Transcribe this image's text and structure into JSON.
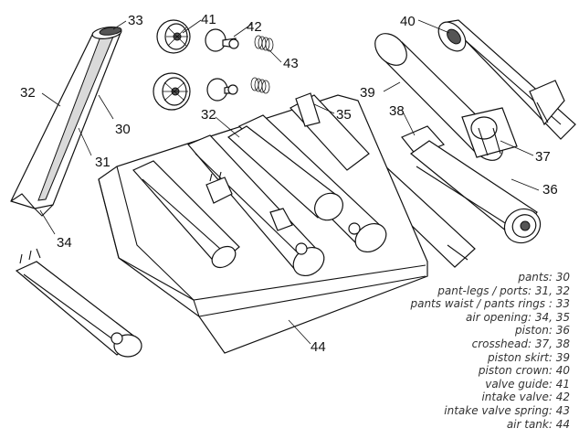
{
  "callouts": {
    "c30": "30",
    "c31": "31",
    "c32a": "32",
    "c32b": "32",
    "c33": "33",
    "c34": "34",
    "c35": "35",
    "c36": "36",
    "c37": "37",
    "c38": "38",
    "c39": "39",
    "c40": "40",
    "c41": "41",
    "c42": "42",
    "c43": "43",
    "c44": "44"
  },
  "legend": [
    "pants: 30",
    "pant-legs / ports: 31, 32",
    "pants waist / pants rings : 33",
    "air opening: 34, 35",
    "piston: 36",
    "crosshead: 37, 38",
    "piston skirt: 39",
    "piston crown: 40",
    "valve guide: 41",
    "intake valve: 42",
    "intake valve spring: 43",
    "air tank: 44"
  ]
}
